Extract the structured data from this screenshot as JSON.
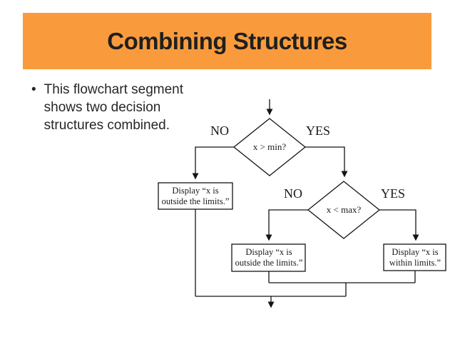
{
  "slide": {
    "title": "Combining Structures",
    "bullet": "This flowchart segment shows two decision structures combined.",
    "bullet_glyph": "•"
  },
  "colors": {
    "accent_orange": "#F99B3C",
    "title_text": "#1F1F1F",
    "body_text": "#262626",
    "flowchart_line": "#141414"
  },
  "flowchart": {
    "decision1": {
      "label": "x > min?",
      "no": "NO",
      "yes": "YES"
    },
    "decision2": {
      "label": "x < max?",
      "no": "NO",
      "yes": "YES"
    },
    "box_outside_first": {
      "line1": "Display “x is",
      "line2": "outside the limits.”"
    },
    "box_outside_second": {
      "line1": "Display “x is",
      "line2": "outside the limits.”"
    },
    "box_within": {
      "line1": "Display “x is",
      "line2": "within limits.”"
    }
  }
}
